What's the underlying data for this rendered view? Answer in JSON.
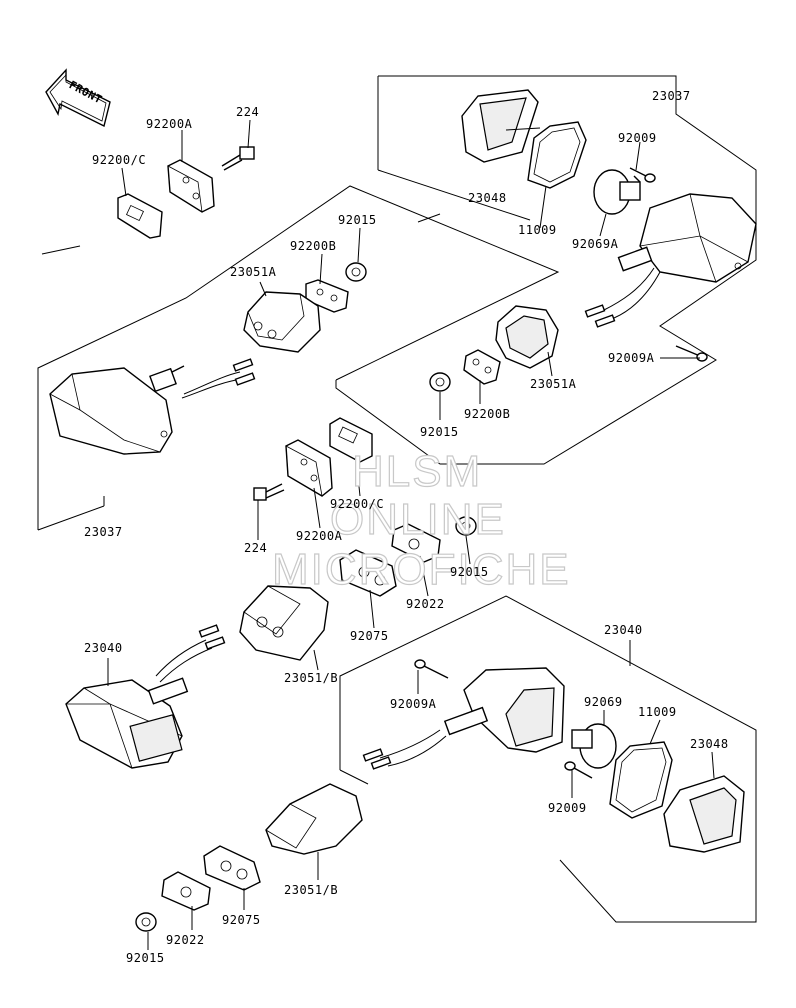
{
  "front_arrow": "FRONT",
  "watermark": {
    "line1": "HLSM",
    "line2": "ONLINE",
    "line3": "MICROFICHE"
  },
  "labels": {
    "l_92200A_top": "92200A",
    "l_224_top": "224",
    "l_92200C_top": "92200/C",
    "l_92015_a": "92015",
    "l_92200B_a": "92200B",
    "l_23051A_a": "23051A",
    "l_23037_a": "23037",
    "l_23048_a": "23048",
    "l_92009_a": "92009",
    "l_11009_a": "11009",
    "l_92069A": "92069A",
    "l_92009A_a": "92009A",
    "l_23051A_b": "23051A",
    "l_92200B_b": "92200B",
    "l_92015_b": "92015",
    "l_23037_b": "23037",
    "l_224_b": "224",
    "l_92200C_b": "92200/C",
    "l_92200A_b": "92200A",
    "l_92015_c": "92015",
    "l_92022_a": "92022",
    "l_92075_a": "92075",
    "l_23040_a": "23040",
    "l_23051B_a": "23051/B",
    "l_23040_b": "23040",
    "l_92009A_b": "92009A",
    "l_92069": "92069",
    "l_11009_b": "11009",
    "l_23048_b": "23048",
    "l_92009_b": "92009",
    "l_23051B_b": "23051/B",
    "l_92075_b": "92075",
    "l_92022_b": "92022",
    "l_92015_d": "92015"
  }
}
